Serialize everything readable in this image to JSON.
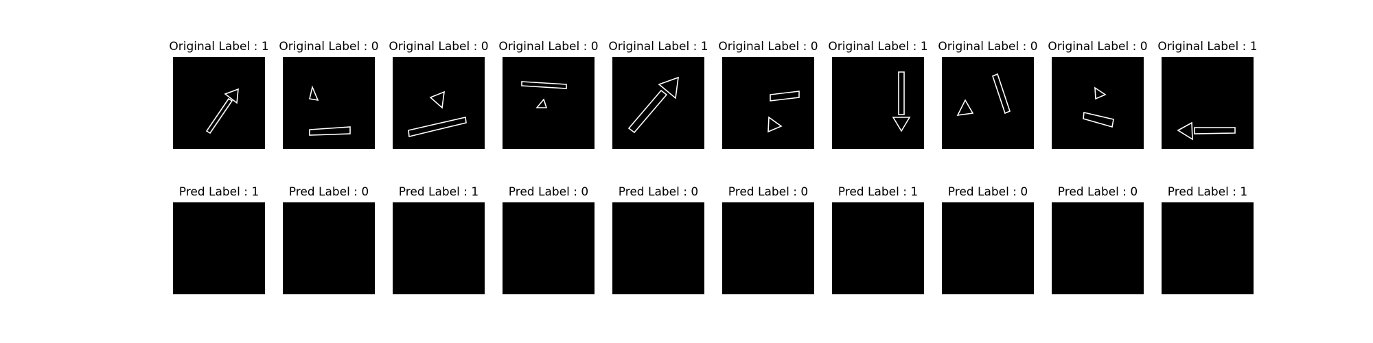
{
  "colors": {
    "panel_bg": "#000000",
    "shape_stroke": "#ffffff",
    "text": "#000000"
  },
  "chart_data": [
    {
      "type": "table",
      "title": "Original Label : 1",
      "row": "original",
      "image": "arrow-up-right",
      "label": 1
    },
    {
      "type": "table",
      "title": "Original Label : 0",
      "row": "original",
      "image": "triangle-and-bar",
      "label": 0
    },
    {
      "type": "table",
      "title": "Original Label : 0",
      "row": "original",
      "image": "triangle-and-long-bar",
      "label": 0
    },
    {
      "type": "table",
      "title": "Original Label : 0",
      "row": "original",
      "image": "bar-and-triangle",
      "label": 0
    },
    {
      "type": "table",
      "title": "Original Label : 1",
      "row": "original",
      "image": "arrow-up-right-large",
      "label": 1
    },
    {
      "type": "table",
      "title": "Original Label : 0",
      "row": "original",
      "image": "bar-and-triangle",
      "label": 0
    },
    {
      "type": "table",
      "title": "Original Label : 1",
      "row": "original",
      "image": "arrow-down",
      "label": 1
    },
    {
      "type": "table",
      "title": "Original Label : 0",
      "row": "original",
      "image": "triangle-and-slanted-bar",
      "label": 0
    },
    {
      "type": "table",
      "title": "Original Label : 0",
      "row": "original",
      "image": "triangle-and-bar",
      "label": 0
    },
    {
      "type": "table",
      "title": "Original Label : 1",
      "row": "original",
      "image": "arrow-left",
      "label": 1
    },
    {
      "type": "table",
      "title": "Pred Label : 1",
      "row": "pred",
      "image": "blank",
      "label": 1
    },
    {
      "type": "table",
      "title": "Pred Label : 0",
      "row": "pred",
      "image": "blank",
      "label": 0
    },
    {
      "type": "table",
      "title": "Pred Label : 1",
      "row": "pred",
      "image": "blank",
      "label": 1
    },
    {
      "type": "table",
      "title": "Pred Label : 0",
      "row": "pred",
      "image": "blank",
      "label": 0
    },
    {
      "type": "table",
      "title": "Pred Label : 0",
      "row": "pred",
      "image": "blank",
      "label": 0
    },
    {
      "type": "table",
      "title": "Pred Label : 0",
      "row": "pred",
      "image": "blank",
      "label": 0
    },
    {
      "type": "table",
      "title": "Pred Label : 1",
      "row": "pred",
      "image": "blank",
      "label": 1
    },
    {
      "type": "table",
      "title": "Pred Label : 0",
      "row": "pred",
      "image": "blank",
      "label": 0
    },
    {
      "type": "table",
      "title": "Pred Label : 0",
      "row": "pred",
      "image": "blank",
      "label": 0
    },
    {
      "type": "table",
      "title": "Pred Label : 1",
      "row": "pred",
      "image": "blank",
      "label": 1
    }
  ]
}
